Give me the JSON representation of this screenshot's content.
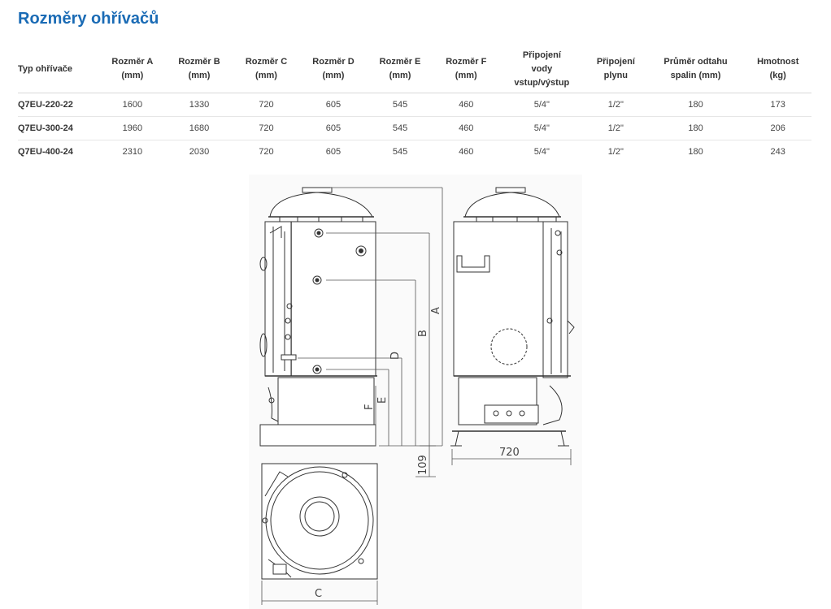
{
  "title": "Rozměry ohřívačů",
  "table": {
    "headers": [
      "Typ ohřívače",
      "Rozměr A\n(mm)",
      "Rozměr B\n(mm)",
      "Rozměr C\n(mm)",
      "Rozměr D\n(mm)",
      "Rozměr E\n(mm)",
      "Rozměr F\n(mm)",
      "Připojení\nvody\nvstup/výstup",
      "Připojení\nplynu",
      "Průměr odtahu\nspalin (mm)",
      "Hmotnost\n(kg)"
    ],
    "rows": [
      [
        "Q7EU-220-22",
        "1600",
        "1330",
        "720",
        "605",
        "545",
        "460",
        "5/4\"",
        "1/2\"",
        "180",
        "173"
      ],
      [
        "Q7EU-300-24",
        "1960",
        "1680",
        "720",
        "605",
        "545",
        "460",
        "5/4\"",
        "1/2\"",
        "180",
        "206"
      ],
      [
        "Q7EU-400-24",
        "2310",
        "2030",
        "720",
        "605",
        "545",
        "460",
        "5/4\"",
        "1/2\"",
        "180",
        "243"
      ]
    ]
  },
  "drawing": {
    "labels": {
      "a": "A",
      "b": "B",
      "c": "C",
      "d": "D",
      "e": "E",
      "f": "F",
      "base_height": "109",
      "width": "720"
    }
  }
}
